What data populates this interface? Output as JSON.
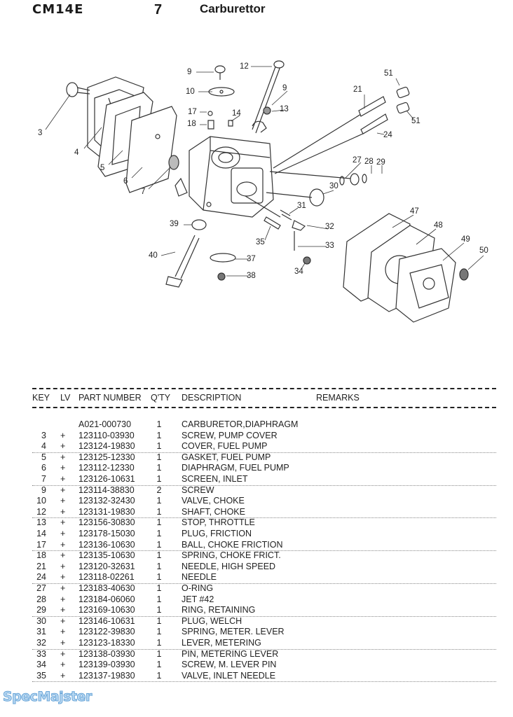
{
  "header": {
    "model": "CM14E",
    "section_number": "7",
    "section_title": "Carburettor"
  },
  "diagram": {
    "callouts": [
      "9",
      "12",
      "51",
      "10",
      "9",
      "21",
      "17",
      "14",
      "13",
      "51",
      "18",
      "3",
      "4",
      "24",
      "5",
      "27",
      "28",
      "29",
      "6",
      "7",
      "30",
      "31",
      "47",
      "32",
      "48",
      "39",
      "35",
      "33",
      "49",
      "50",
      "40",
      "37",
      "34",
      "38"
    ]
  },
  "table": {
    "headers": {
      "key": "KEY",
      "lv": "LV",
      "part_number": "PART NUMBER",
      "qty": "Q'TY",
      "description": "DESCRIPTION",
      "remarks": "REMARKS"
    },
    "rows": [
      {
        "key": "",
        "lv": "",
        "part": "A021-000730",
        "qty": "1",
        "desc": "CARBURETOR,DIAPHRAGM"
      },
      {
        "key": "3",
        "lv": "+",
        "part": "123110-03930",
        "qty": "1",
        "desc": "SCREW, PUMP COVER"
      },
      {
        "key": "4",
        "lv": "+",
        "part": "123124-19830",
        "qty": "1",
        "desc": "COVER, FUEL PUMP"
      },
      {
        "key": "5",
        "lv": "+",
        "part": "123125-12330",
        "qty": "1",
        "desc": "GASKET, FUEL PUMP"
      },
      {
        "key": "6",
        "lv": "+",
        "part": "123112-12330",
        "qty": "1",
        "desc": "DIAPHRAGM, FUEL PUMP"
      },
      {
        "key": "7",
        "lv": "+",
        "part": "123126-10631",
        "qty": "1",
        "desc": "SCREEN, INLET"
      },
      {
        "key": "9",
        "lv": "+",
        "part": "123114-38830",
        "qty": "2",
        "desc": "SCREW"
      },
      {
        "key": "10",
        "lv": "+",
        "part": "123132-32430",
        "qty": "1",
        "desc": "VALVE, CHOKE"
      },
      {
        "key": "12",
        "lv": "+",
        "part": "123131-19830",
        "qty": "1",
        "desc": "SHAFT, CHOKE"
      },
      {
        "key": "13",
        "lv": "+",
        "part": "123156-30830",
        "qty": "1",
        "desc": "STOP, THROTTLE"
      },
      {
        "key": "14",
        "lv": "+",
        "part": "123178-15030",
        "qty": "1",
        "desc": "PLUG, FRICTION"
      },
      {
        "key": "17",
        "lv": "+",
        "part": "123136-10630",
        "qty": "1",
        "desc": "BALL, CHOKE FRICTION"
      },
      {
        "key": "18",
        "lv": "+",
        "part": "123135-10630",
        "qty": "1",
        "desc": "SPRING, CHOKE FRICT."
      },
      {
        "key": "21",
        "lv": "+",
        "part": "123120-32631",
        "qty": "1",
        "desc": "NEEDLE, HIGH SPEED"
      },
      {
        "key": "24",
        "lv": "+",
        "part": "123118-02261",
        "qty": "1",
        "desc": "NEEDLE"
      },
      {
        "key": "27",
        "lv": "+",
        "part": "123183-40630",
        "qty": "1",
        "desc": "O-RING"
      },
      {
        "key": "28",
        "lv": "+",
        "part": "123184-06060",
        "qty": "1",
        "desc": "JET #42"
      },
      {
        "key": "29",
        "lv": "+",
        "part": "123169-10630",
        "qty": "1",
        "desc": "RING, RETAINING"
      },
      {
        "key": "30",
        "lv": "+",
        "part": "123146-10631",
        "qty": "1",
        "desc": "PLUG, WELCH"
      },
      {
        "key": "31",
        "lv": "+",
        "part": "123122-39830",
        "qty": "1",
        "desc": "SPRING, METER. LEVER"
      },
      {
        "key": "32",
        "lv": "+",
        "part": "123123-18330",
        "qty": "1",
        "desc": "LEVER, METERING"
      },
      {
        "key": "33",
        "lv": "+",
        "part": "123138-03930",
        "qty": "1",
        "desc": "PIN, METERING LEVER"
      },
      {
        "key": "34",
        "lv": "+",
        "part": "123139-03930",
        "qty": "1",
        "desc": "SCREW, M. LEVER PIN"
      },
      {
        "key": "35",
        "lv": "+",
        "part": "123137-19830",
        "qty": "1",
        "desc": "VALVE, INLET NEEDLE"
      }
    ]
  },
  "watermark": "SpecMajster"
}
